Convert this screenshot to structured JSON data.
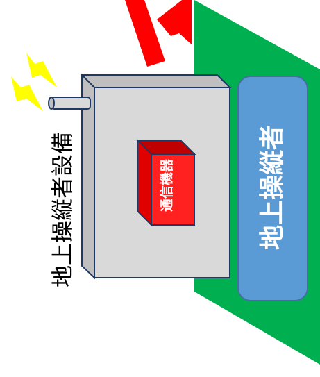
{
  "diagram": {
    "equipment_label": "地上操縦者設備",
    "operator_label": "地上操縦者",
    "comm_device_label": "通信機器"
  },
  "colors": {
    "ground_panel": "#00b050",
    "operator_box": "#5b9bd5",
    "cabinet_front": "#d9d9d9",
    "cabinet_side": "#bfbfbf",
    "comm_device": "#ff0000",
    "signal_arrow": "#ff0000",
    "lightning": "#ffff00",
    "outline": "#1f3864"
  },
  "icons": [
    "lightning-bolt-icon",
    "antenna-icon",
    "signal-arrow-icon"
  ]
}
